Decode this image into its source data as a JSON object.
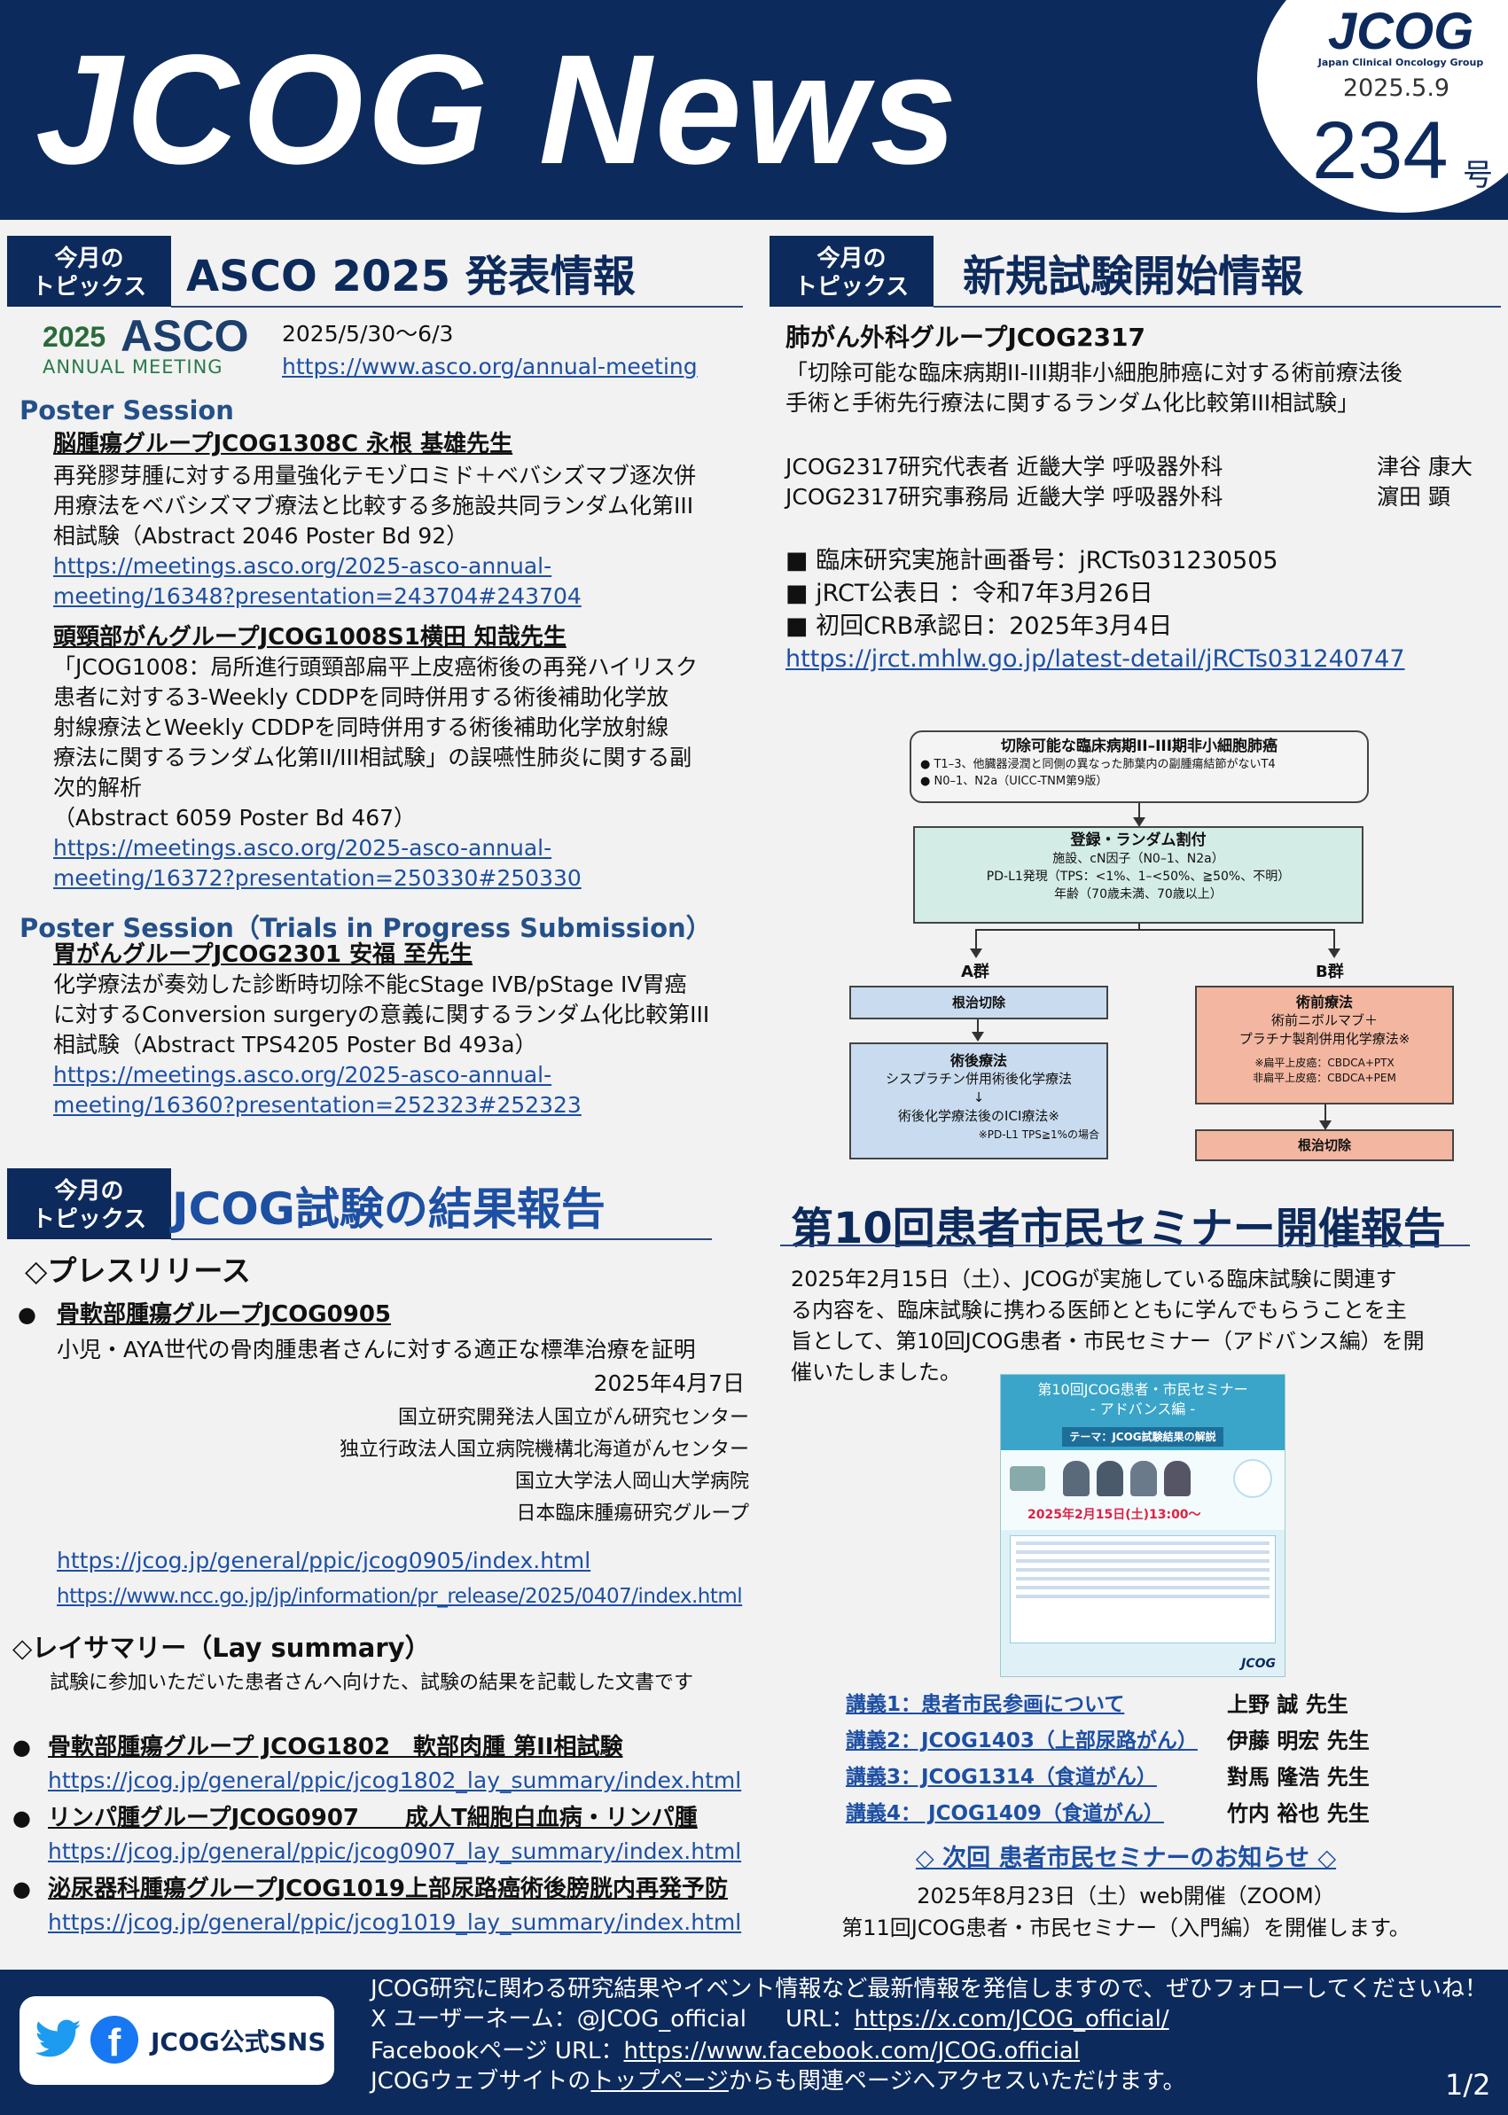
{
  "masthead": {
    "title": "JCOG News",
    "logo": "JCOG",
    "logo_sub": "Japan Clinical Oncology Group",
    "date": "2025.5.9",
    "issue": "234",
    "issue_suffix": "号"
  },
  "tag_label": [
    "今月の",
    "トピックス"
  ],
  "asco": {
    "title": "ASCO 2025 発表情報",
    "logo_year": "2025",
    "logo_name": "ASCO",
    "logo_meeting": "ANNUAL MEETING",
    "dates": "2025/5/30～6/3",
    "url": "https://www.asco.org/annual-meeting",
    "poster_heading": "Poster Session",
    "item1_title": "脳腫瘍グループJCOG1308C 永根 基雄先生",
    "item1_lines": [
      "再発膠芽腫に対する用量強化テモゾロミド＋ベバシズマブ逐次併",
      "用療法をベバシズマブ療法と比較する多施設共同ランダム化第III",
      "相試験（Abstract 2046 Poster Bd 92）"
    ],
    "item1_link": [
      "https://meetings.asco.org/2025-asco-annual-",
      "meeting/16348?presentation=243704#243704"
    ],
    "item2_title": "頭頸部がんグループJCOG1008S1横田 知哉先生",
    "item2_lines": [
      "「JCOG1008：局所進行頭頸部扁平上皮癌術後の再発ハイリスク",
      "患者に対する3-Weekly CDDPを同時併用する術後補助化学放",
      "射線療法とWeekly CDDPを同時併用する術後補助化学放射線",
      "療法に関するランダム化第II/III相試験」の誤嚥性肺炎に関する副",
      "次的解析",
      "（Abstract 6059 Poster Bd 467）"
    ],
    "item2_link": [
      "https://meetings.asco.org/2025-asco-annual-",
      "meeting/16372?presentation=250330#250330"
    ],
    "tip_heading": "Poster Session（Trials in Progress Submission）",
    "item3_title": "胃がんグループJCOG2301 安福 至先生",
    "item3_lines": [
      "化学療法が奏効した診断時切除不能cStage IVB/pStage IV胃癌",
      "に対するConversion surgeryの意義に関するランダム化比較第III",
      "相試験（Abstract TPS4205 Poster Bd 493a）"
    ],
    "item3_link": [
      "https://meetings.asco.org/2025-asco-annual-",
      "meeting/16360?presentation=252323#252323"
    ]
  },
  "new_trial": {
    "title": "新規試験開始情報",
    "group": "肺がん外科グループJCOG2317",
    "study": [
      "「切除可能な臨床病期II-III期非小細胞肺癌に対する術前療法後",
      "手術と手術先行療法に関するランダム化比較第III相試験」"
    ],
    "rep_role": "JCOG2317研究代表者 近畿大学 呼吸器外科",
    "rep_name": "津谷 康大",
    "office_role": "JCOG2317研究事務局 近畿大学 呼吸器外科",
    "office_name": "濵田 顕",
    "bullets": [
      "■ 臨床研究実施計画番号：jRCTs031230505",
      "■ jRCT公表日 ：令和7年3月26日",
      "■ 初回CRB承認日：2025年3月4日"
    ],
    "url": "https://jrct.mhlw.go.jp/latest-detail/jRCTs031240747"
  },
  "flow": {
    "top_title": "切除可能な臨床病期II–III期非小細胞肺癌",
    "top_b1": "T1–3、他臓器浸潤と同側の異なった肺葉内の副腫瘍結節がないT4",
    "top_b2": "N0–1、N2a（UICC-TNM第9版）",
    "reg_title": "登録・ランダム割付",
    "reg_lines": [
      "施設、cN因子（N0–1、N2a）",
      "PD-L1発現（TPS：<1%、1–<50%、≧50%、不明）",
      "年齢（70歳未満、70歳以上）"
    ],
    "arm_a": "A群",
    "arm_b": "B群",
    "a_surgery": "根治切除",
    "a_post_title": "術後療法",
    "a_post_lines": [
      "シスプラチン併用術後化学療法",
      "↓",
      "術後化学療法後のICI療法※"
    ],
    "a_post_note": "※PD-L1 TPS≧1%の場合",
    "b_pre_title": "術前療法",
    "b_pre_lines": [
      "術前ニボルマブ＋",
      "プラチナ製剤併用化学療法※"
    ],
    "b_pre_notes": [
      "※扁平上皮癌：CBDCA+PTX",
      "非扁平上皮癌：CBDCA+PEM"
    ],
    "b_surgery": "根治切除"
  },
  "results": {
    "title": "JCOG試験の結果報告",
    "press_heading": "◇プレスリリース",
    "press_item": "骨軟部腫瘍グループJCOG0905",
    "press_desc": "小児・AYA世代の骨肉腫患者さんに対する適正な標準治療を証明",
    "press_date": "2025年4月7日",
    "orgs": [
      "国立研究開発法人国立がん研究センター",
      "独立行政法人国立病院機構北海道がんセンター",
      "国立大学法人岡山大学病院",
      "日本臨床腫瘍研究グループ"
    ],
    "press_links": [
      "https://jcog.jp/general/ppic/jcog0905/index.html",
      "https://www.ncc.go.jp/jp/information/pr_release/2025/0407/index.html"
    ],
    "lay_heading": "◇レイサマリー（Lay summary）",
    "lay_desc": "試験に参加いただいた患者さんへ向けた、試験の結果を記載した文書です",
    "lay_items": [
      {
        "title": "骨軟部腫瘍グループ JCOG1802　軟部肉腫 第II相試験",
        "link": "https://jcog.jp/general/ppic/jcog1802_lay_summary/index.html"
      },
      {
        "title": "リンパ腫グループJCOG0907　　成人T細胞白血病・リンパ腫",
        "link": "https://jcog.jp/general/ppic/jcog0907_lay_summary/index.html"
      },
      {
        "title": "泌尿器科腫瘍グループJCOG1019上部尿路癌術後膀胱内再発予防",
        "link": "https://jcog.jp/general/ppic/jcog1019_lay_summary/index.html"
      }
    ]
  },
  "seminar": {
    "title": "第10回患者市民セミナー開催報告",
    "intro": [
      "2025年2月15日（土）、JCOGが実施している臨床試験に関連す",
      "る内容を、臨床試験に携わる医師とともに学んでもらうことを主",
      "旨として、第10回JCOG患者・市民セミナー（アドバンス編）を開",
      "催いたしました。"
    ],
    "poster_title": "第10回JCOG患者・市民セミナー",
    "poster_sub": "- アドバンス編 -",
    "poster_theme": "テーマ：JCOG試験結果の解説",
    "poster_date": "2025年2月15日(土)13:00～",
    "poster_logo": "JCOG",
    "lectures": [
      {
        "title": "講義1：患者市民参画について",
        "speaker": "上野 誠 先生"
      },
      {
        "title": "講義2：JCOG1403（上部尿路がん）",
        "speaker": "伊藤 明宏 先生"
      },
      {
        "title": "講義3：JCOG1314（食道がん）",
        "speaker": "對馬 隆浩 先生"
      },
      {
        "title": "講義4： JCOG1409（食道がん）",
        "speaker": "竹内 裕也 先生"
      }
    ],
    "next_heading": "◇ 次回 患者市民セミナーのお知らせ ◇",
    "next_date": "2025年8月23日（土）web開催（ZOOM）",
    "next_desc": "第11回JCOG患者・市民セミナー（入門編）を開催します。"
  },
  "footer": {
    "sns_label": "JCOG公式SNS",
    "line1": "JCOG研究に関わる研究結果やイベント情報など最新情報を発信しますので、ぜひフォローしてくださいね！",
    "x_label": "X ユーザーネーム：@JCOG_official",
    "x_url_label": "URL：",
    "x_url": "https://x.com/JCOG_official/",
    "fb_label": "Facebookページ URL：",
    "fb_url": "https://www.facebook.com/JCOG.official",
    "site_pre": "JCOGウェブサイトの",
    "site_link": "トップページ",
    "site_post": "からも関連ページへアクセスいただけます。",
    "page": "1/2"
  }
}
